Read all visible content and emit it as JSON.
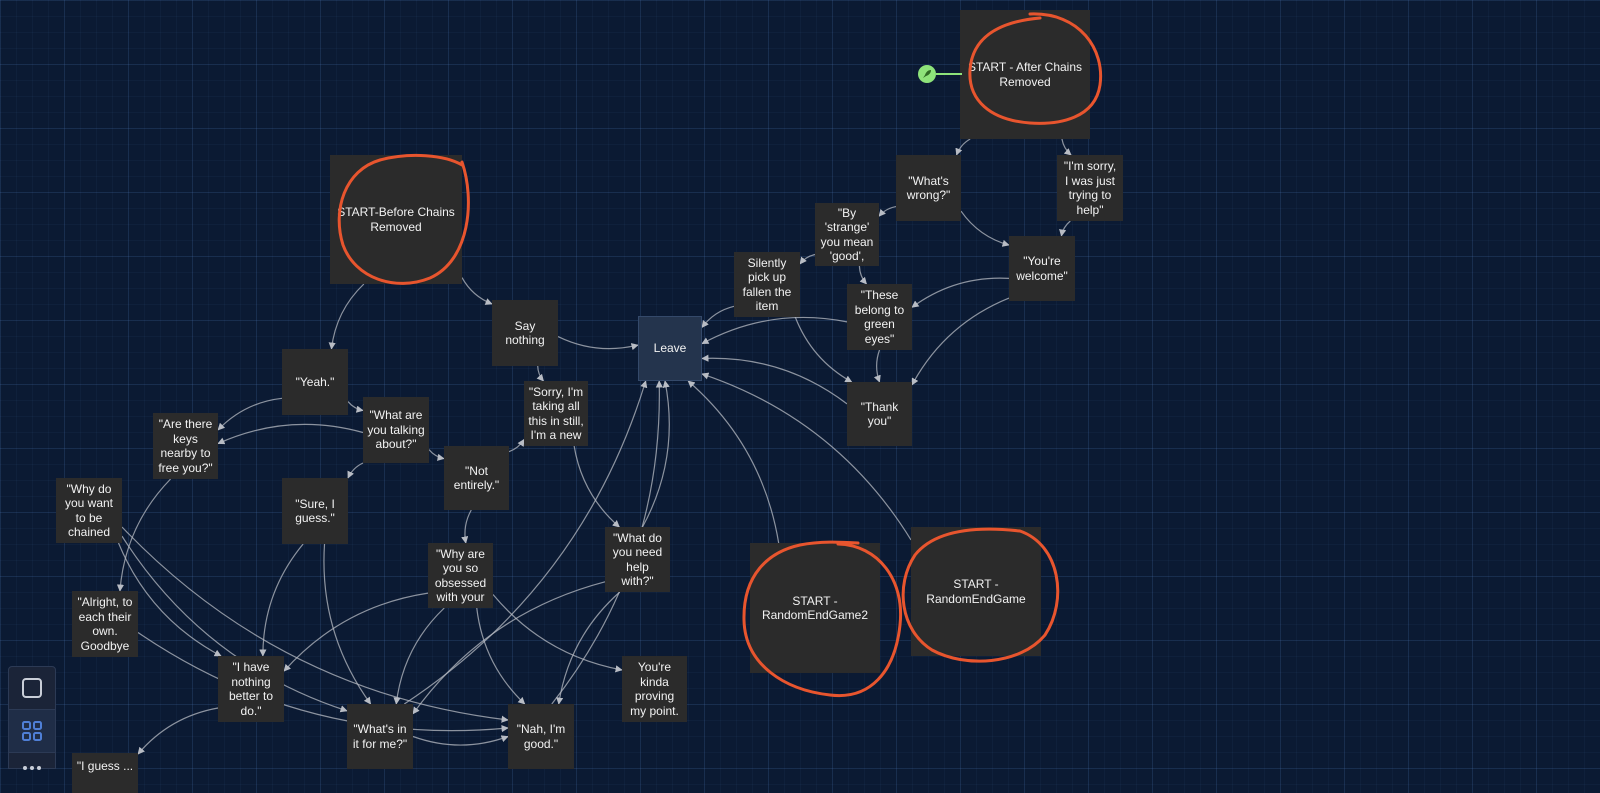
{
  "nodes": [
    {
      "id": "n1",
      "name": "node-start-after-chains-removed",
      "text": "START - After Chains Removed"
    },
    {
      "id": "n2",
      "name": "node-start-before-chains-removed",
      "text": "START-Before Chains Removed"
    },
    {
      "id": "n3",
      "name": "node-whats-wrong",
      "text": "\"What's wrong?\""
    },
    {
      "id": "n4",
      "name": "node-im-sorry",
      "text": "\"I'm sorry, I was just trying to help\""
    },
    {
      "id": "n5",
      "name": "node-by-strange",
      "text": "\"By 'strange' you mean 'good',"
    },
    {
      "id": "n6",
      "name": "node-youre-welcome",
      "text": "\"You're welcome\""
    },
    {
      "id": "n7",
      "name": "node-silently-pick-up",
      "text": "Silently pick up fallen the item"
    },
    {
      "id": "n8",
      "name": "node-these-belong",
      "text": "\"These belong to green eyes\""
    },
    {
      "id": "n9",
      "name": "node-leave",
      "text": "Leave"
    },
    {
      "id": "n10",
      "name": "node-say-nothing",
      "text": "Say nothing"
    },
    {
      "id": "n11",
      "name": "node-sorry-taking",
      "text": "\"Sorry, I'm taking all this in still, I'm a new"
    },
    {
      "id": "n12",
      "name": "node-thank-you",
      "text": "\"Thank you\""
    },
    {
      "id": "n13",
      "name": "node-yeah",
      "text": "\"Yeah.\""
    },
    {
      "id": "n14",
      "name": "node-what-are-you-talking",
      "text": "\"What are you talking about?\""
    },
    {
      "id": "n15",
      "name": "node-are-there-keys",
      "text": "\"Are there keys nearby to free you?\""
    },
    {
      "id": "n16",
      "name": "node-not-entirely",
      "text": "\"Not entirely.\""
    },
    {
      "id": "n17",
      "name": "node-why-do-you-want",
      "text": "\"Why do you want to be chained"
    },
    {
      "id": "n18",
      "name": "node-sure-i-guess",
      "text": "\"Sure, I guess.\""
    },
    {
      "id": "n19",
      "name": "node-why-are-you-obsessed",
      "text": "\"Why are you so obsessed with your"
    },
    {
      "id": "n20",
      "name": "node-what-do-you-need",
      "text": "\"What do you need help with?\""
    },
    {
      "id": "n21",
      "name": "node-start-randomendgame2",
      "text": "START - RandomEndGame2"
    },
    {
      "id": "n22",
      "name": "node-start-randomendgame",
      "text": "START - RandomEndGame"
    },
    {
      "id": "n23",
      "name": "node-alright-to-each",
      "text": "\"Alright, to each their own. Goodbye"
    },
    {
      "id": "n24",
      "name": "node-i-have-nothing",
      "text": "\"I have nothing better to do.\""
    },
    {
      "id": "n25",
      "name": "node-youre-kinda-proving",
      "text": "You're kinda proving my point."
    },
    {
      "id": "n26",
      "name": "node-whats-in-it",
      "text": "\"What's in it for me?\""
    },
    {
      "id": "n27",
      "name": "node-nah-im-good",
      "text": "\"Nah, I'm good.\""
    },
    {
      "id": "n28",
      "name": "node-i-guess-partial",
      "text": "\"I guess ..."
    }
  ],
  "toolbar": {
    "items": [
      {
        "name": "select-tool-button",
        "icon": "square-icon"
      },
      {
        "name": "grid-view-button",
        "icon": "grid-icon"
      },
      {
        "name": "more-button",
        "icon": "more-icon"
      }
    ]
  },
  "colors": {
    "background": "#0b1a33",
    "node": "#2b2b2b",
    "node_text": "#f2f2f2",
    "leave_node": "#24344d",
    "edge": "#b8bcc4",
    "annotation": "#e8552e",
    "pin": "#8ee37a",
    "accent": "#4f7fd6"
  }
}
